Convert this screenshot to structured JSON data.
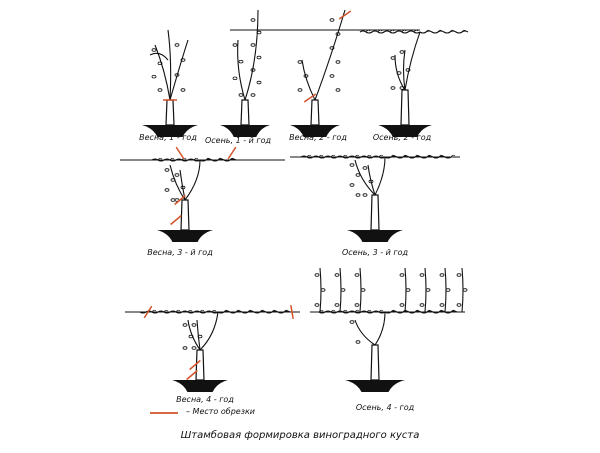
{
  "colors": {
    "ink": "#111111",
    "cut": "#d2532a"
  },
  "panels": [
    {
      "label": "Весна, 1 - год"
    },
    {
      "label": "Осень, 1 - й год"
    },
    {
      "label": "Весна, 2 - год"
    },
    {
      "label": "Осень, 2 - год"
    },
    {
      "label": "Весна, 3 - й год"
    },
    {
      "label": "Осень, 3 - й год"
    },
    {
      "label": "Весна, 4 - год"
    },
    {
      "label": "Осень, 4 - год"
    }
  ],
  "legend": {
    "label": "– Место обрезки"
  },
  "title": "Штамбовая формировка виноградного куста"
}
